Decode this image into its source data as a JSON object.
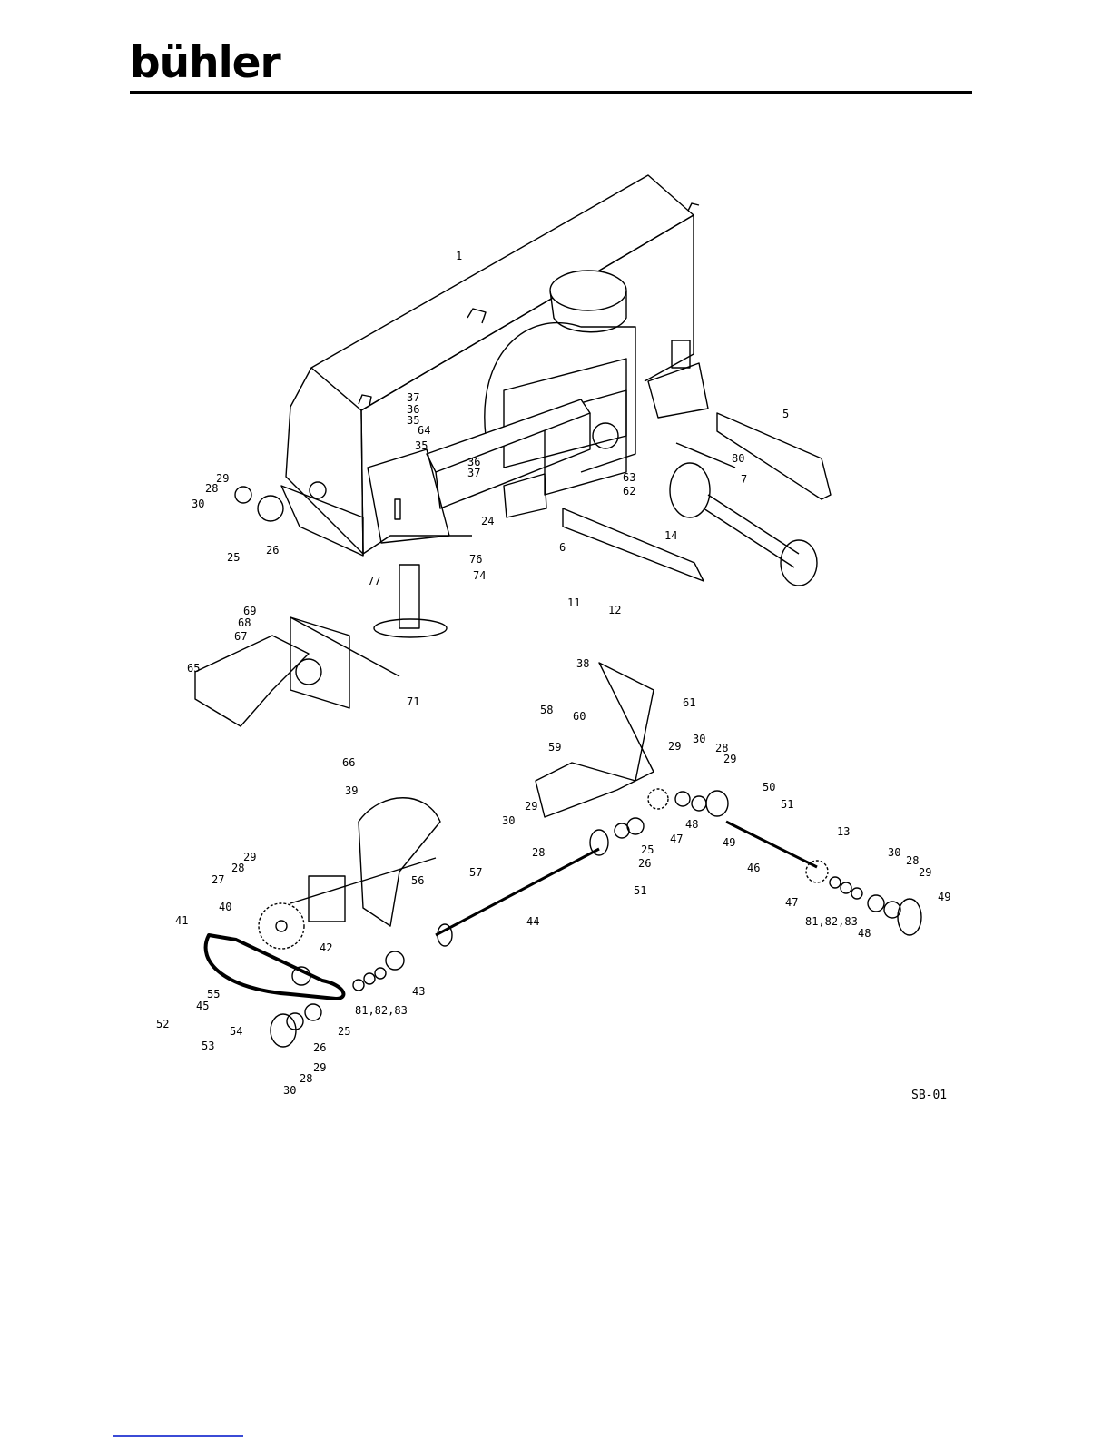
{
  "brand": "bühler",
  "drawing_ref": "SB-01",
  "part_labels": [
    "1",
    "5",
    "6",
    "7",
    "11",
    "12",
    "13",
    "14",
    "24",
    "25",
    "26",
    "27",
    "28",
    "29",
    "30",
    "35",
    "36",
    "37",
    "38",
    "39",
    "40",
    "41",
    "42",
    "43",
    "44",
    "45",
    "46",
    "47",
    "48",
    "49",
    "50",
    "51",
    "52",
    "53",
    "54",
    "55",
    "56",
    "57",
    "58",
    "59",
    "60",
    "61",
    "62",
    "63",
    "64",
    "65",
    "66",
    "67",
    "68",
    "69",
    "71",
    "74",
    "76",
    "77",
    "80",
    "81,82,83"
  ]
}
